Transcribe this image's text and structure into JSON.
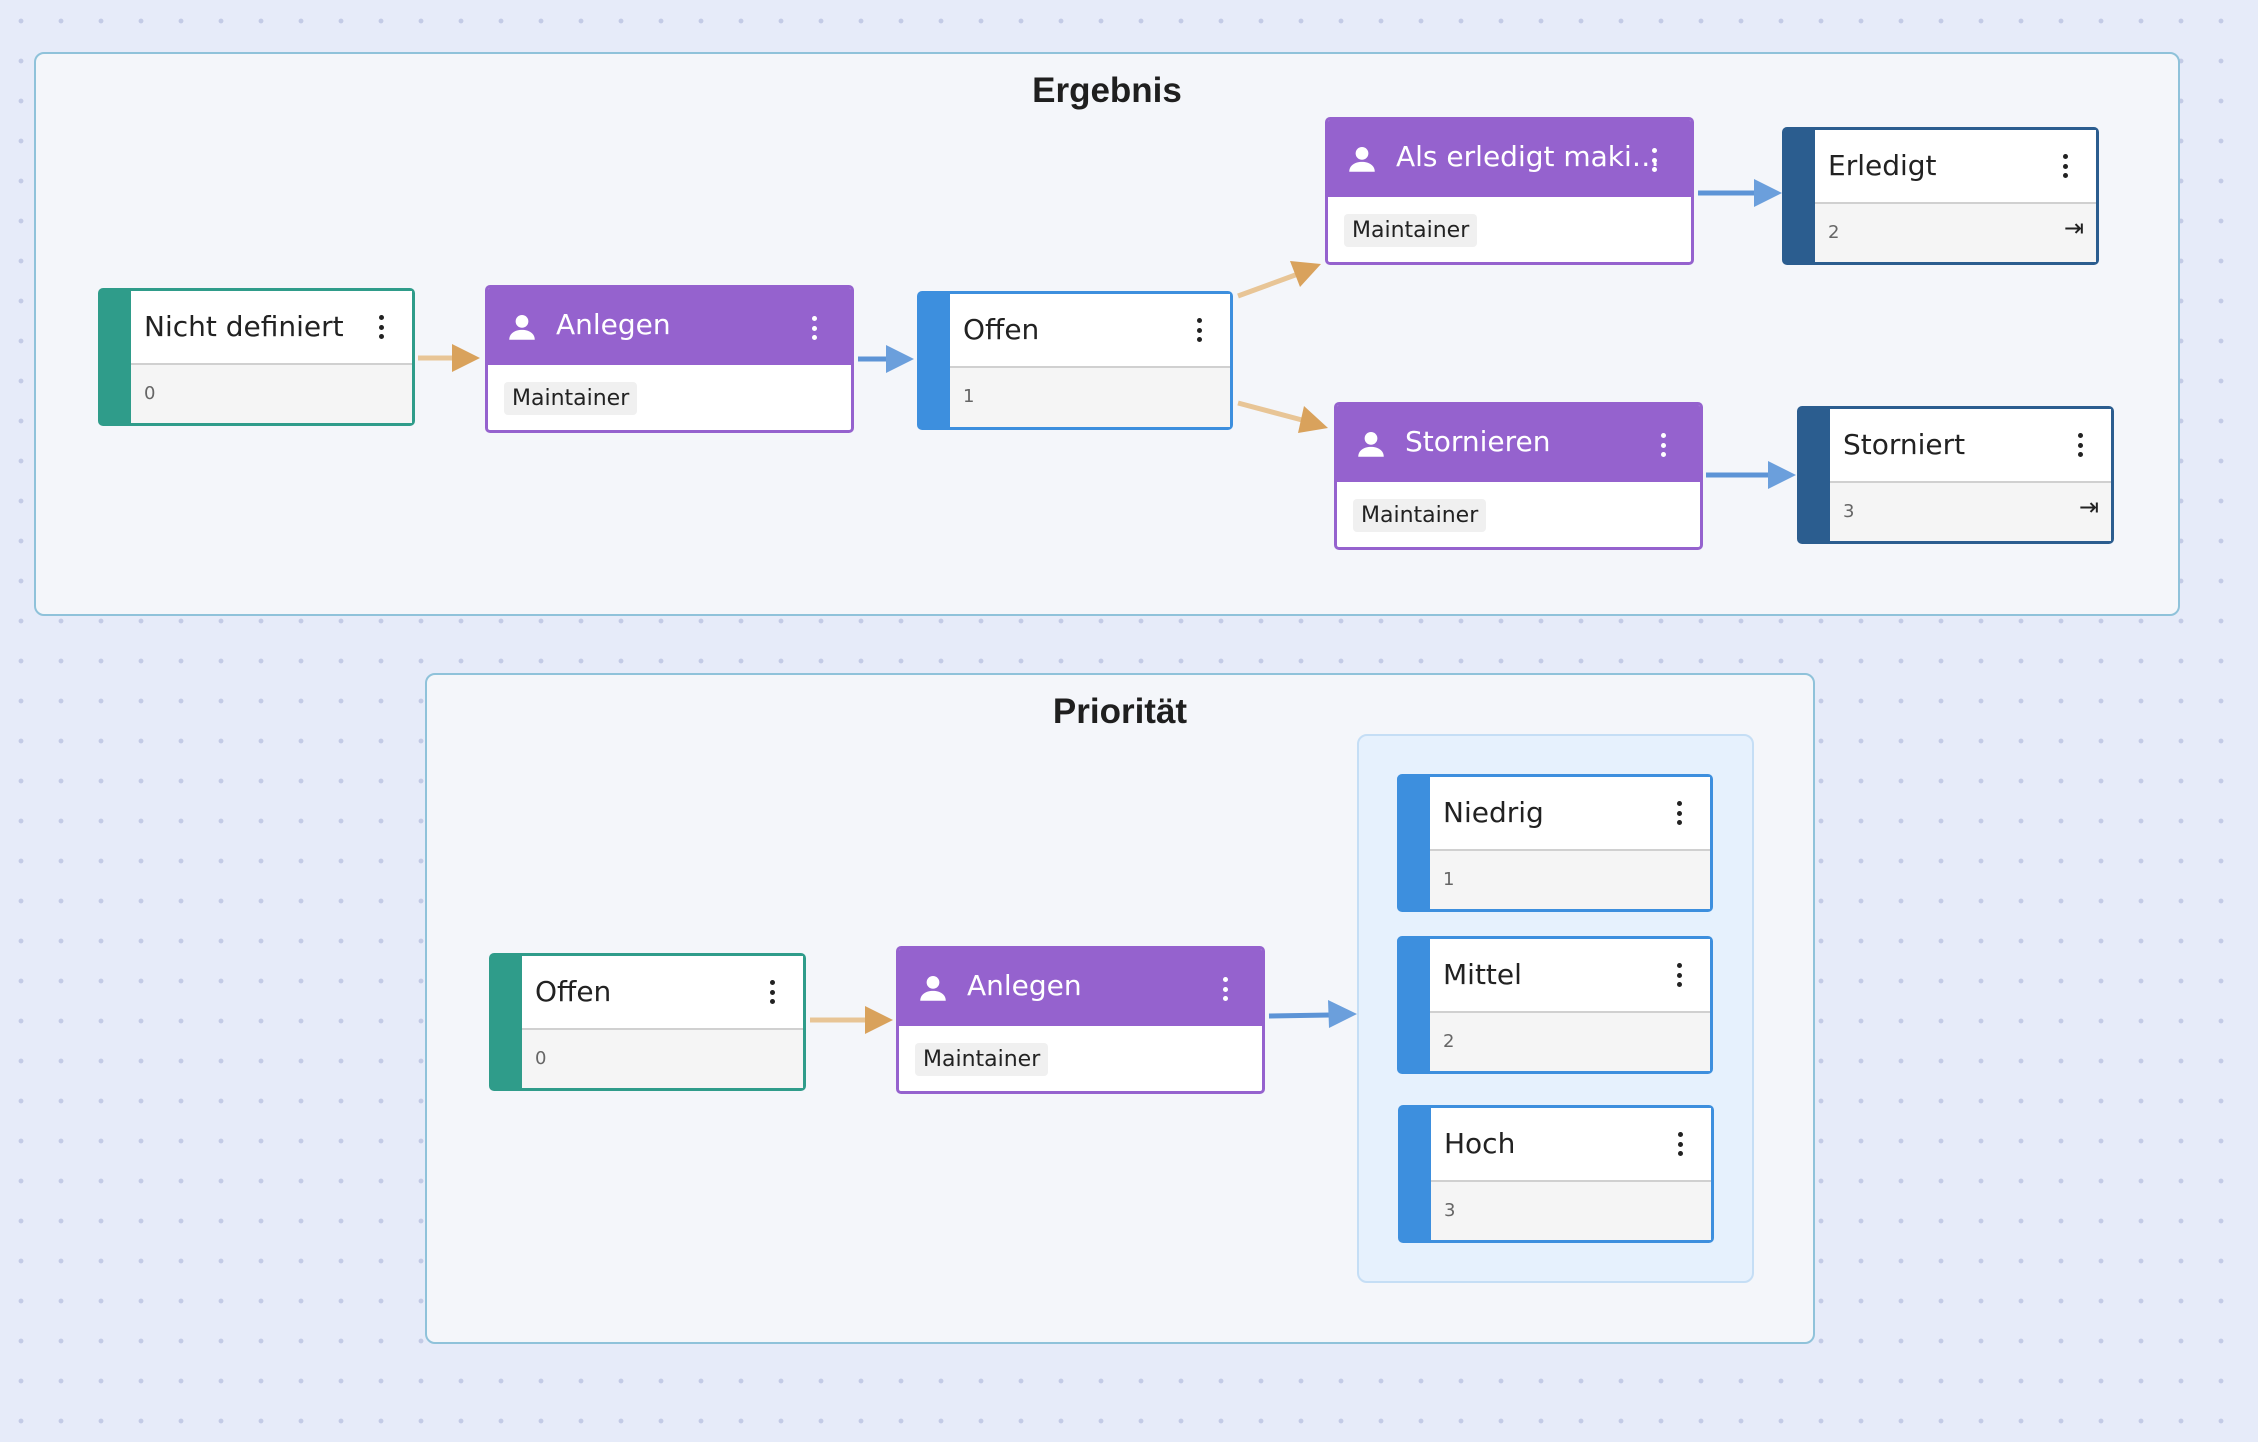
{
  "groups": {
    "ergebnis": {
      "title": "Ergebnis",
      "states": {
        "nicht_definiert": {
          "label": "Nicht definiert",
          "value": "0"
        },
        "offen": {
          "label": "Offen",
          "value": "1"
        },
        "erledigt": {
          "label": "Erledigt",
          "value": "2",
          "end_icon": "⇥"
        },
        "storniert": {
          "label": "Storniert",
          "value": "3",
          "end_icon": "⇥"
        }
      },
      "actions": {
        "anlegen": {
          "label": "Anlegen",
          "role": "Maintainer"
        },
        "als_erledigt": {
          "label": "Als erledigt maki…",
          "role": "Maintainer"
        },
        "stornieren": {
          "label": "Stornieren",
          "role": "Maintainer"
        }
      }
    },
    "prioritaet": {
      "title": "Priorität",
      "states": {
        "offen": {
          "label": "Offen",
          "value": "0"
        },
        "niedrig": {
          "label": "Niedrig",
          "value": "1"
        },
        "mittel": {
          "label": "Mittel",
          "value": "2"
        },
        "hoch": {
          "label": "Hoch",
          "value": "3"
        }
      },
      "actions": {
        "anlegen": {
          "label": "Anlegen",
          "role": "Maintainer"
        }
      }
    }
  },
  "icons": {
    "action_icon": "person-icon",
    "menu_icon": "more-vertical-icon",
    "end_state_icon": "end-state-icon"
  },
  "colors": {
    "start_state": "#2f9c8a",
    "state": "#3d8fde",
    "end_state": "#2b5d8f",
    "action": "#9562ce",
    "arrow_from_state": "#dba863",
    "arrow_from_action": "#5d94d6"
  }
}
